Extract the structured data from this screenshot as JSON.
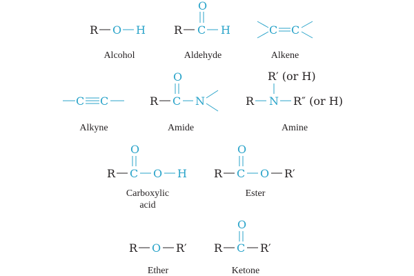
{
  "atoms": {
    "R": "R",
    "R1": "R′",
    "R2": "R″",
    "O": "O",
    "H": "H",
    "C": "C",
    "N": "N",
    "orH": "(or H)"
  },
  "captions": {
    "alcohol": "Alcohol",
    "aldehyde": "Aldehyde",
    "alkene": "Alkene",
    "alkyne": "Alkyne",
    "amide": "Amide",
    "amine": "Amine",
    "carboxylic_1": "Carboxylic",
    "carboxylic_2": "acid",
    "ester": "Ester",
    "ether": "Ether",
    "ketone": "Ketone"
  },
  "colors": {
    "black": "#231f20",
    "cyan": "#29a3c9"
  }
}
